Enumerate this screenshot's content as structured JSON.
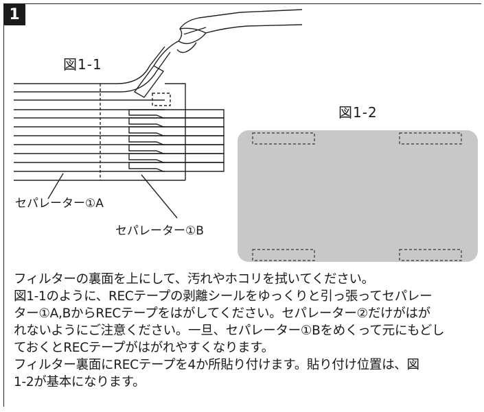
{
  "step_number": "1",
  "figure1": {
    "label": "図1-1",
    "separator_a_label": "セパレーター①A",
    "separator_b_label": "セパレーター①B"
  },
  "figure2": {
    "label": "図1-2"
  },
  "instructions": [
    "フィルターの裏面を上にして、汚れやホコリを拭いてください。",
    "図1-1のように、RECテープの剥離シールをゆっくりと引っ張ってセパレー",
    "ター①A,BからRECテープをはがしてください。セパレーター②だけがはが",
    "れないようにご注意ください。一旦、セパレーター①Bをめくって元にもどし",
    "ておくとRECテープがはがれやすくなります。",
    "フィルター裏面にRECテープを4か所貼り付けます。貼り付け位置は、図",
    "1-2が基本になります。"
  ]
}
